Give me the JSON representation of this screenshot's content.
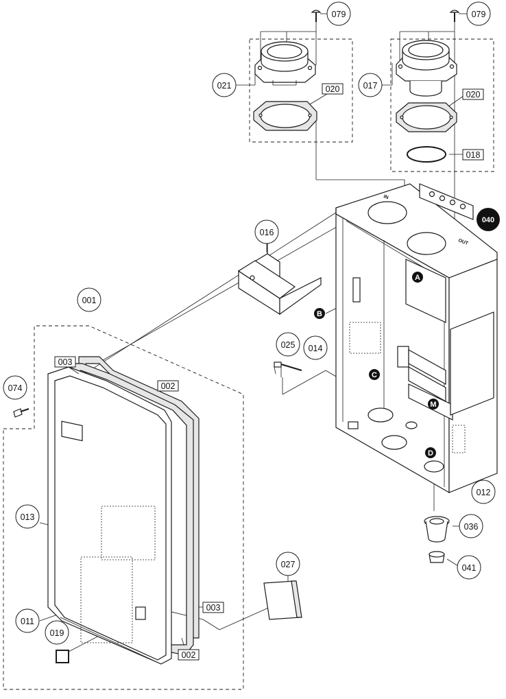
{
  "callouts_circle": [
    {
      "id": "001"
    },
    {
      "id": "011"
    },
    {
      "id": "012"
    },
    {
      "id": "013"
    },
    {
      "id": "014"
    },
    {
      "id": "016"
    },
    {
      "id": "017"
    },
    {
      "id": "019"
    },
    {
      "id": "021"
    },
    {
      "id": "025"
    },
    {
      "id": "027"
    },
    {
      "id": "036"
    },
    {
      "id": "041"
    },
    {
      "id": "074"
    },
    {
      "id": "079",
      "instance": "left"
    },
    {
      "id": "079",
      "instance": "right"
    }
  ],
  "callouts_box": [
    {
      "id": "002",
      "instance": "top"
    },
    {
      "id": "002",
      "instance": "bottom"
    },
    {
      "id": "003",
      "instance": "top"
    },
    {
      "id": "003",
      "instance": "bottom"
    },
    {
      "id": "018"
    },
    {
      "id": "020",
      "instance": "left"
    },
    {
      "id": "020",
      "instance": "right"
    }
  ],
  "callouts_filled": [
    {
      "id": "040"
    }
  ],
  "markers": [
    "A",
    "B",
    "C",
    "D",
    "M"
  ],
  "case_labels": {
    "inlet": "IN",
    "outlet": "OUT"
  }
}
